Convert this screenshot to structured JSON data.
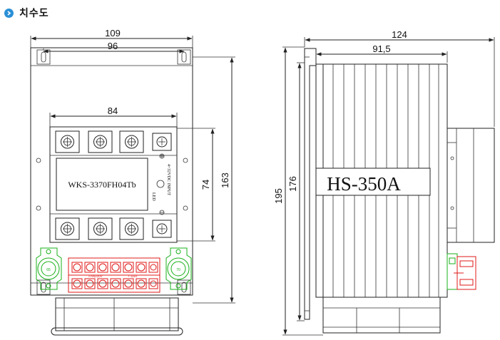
{
  "header": {
    "title": "치수도",
    "icon": "chevron-right-icon",
    "accent": "#2a8fd6"
  },
  "front_view": {
    "dim_top_outer": "109",
    "dim_top_inner": "96",
    "dim_terminal_width": "84",
    "dim_height_inner": "74",
    "dim_height_outer": "163",
    "model_label": "WKS-3370FH04Tb",
    "led_label": "LED",
    "input_label": "4~32VDC INPUT",
    "terminal_left_mark": "FAN220V",
    "terminal_right_mark": "+ SSR",
    "knob_left_text": "65",
    "knob_right_text": "70"
  },
  "side_view": {
    "dim_total_depth": "124",
    "dim_body_depth": "91,5",
    "dim_height_total": "195",
    "dim_height_body": "176",
    "heatsink_label": "HS-350A"
  },
  "colors": {
    "line": "#222222",
    "green": "#18b018",
    "red": "#e01818"
  }
}
